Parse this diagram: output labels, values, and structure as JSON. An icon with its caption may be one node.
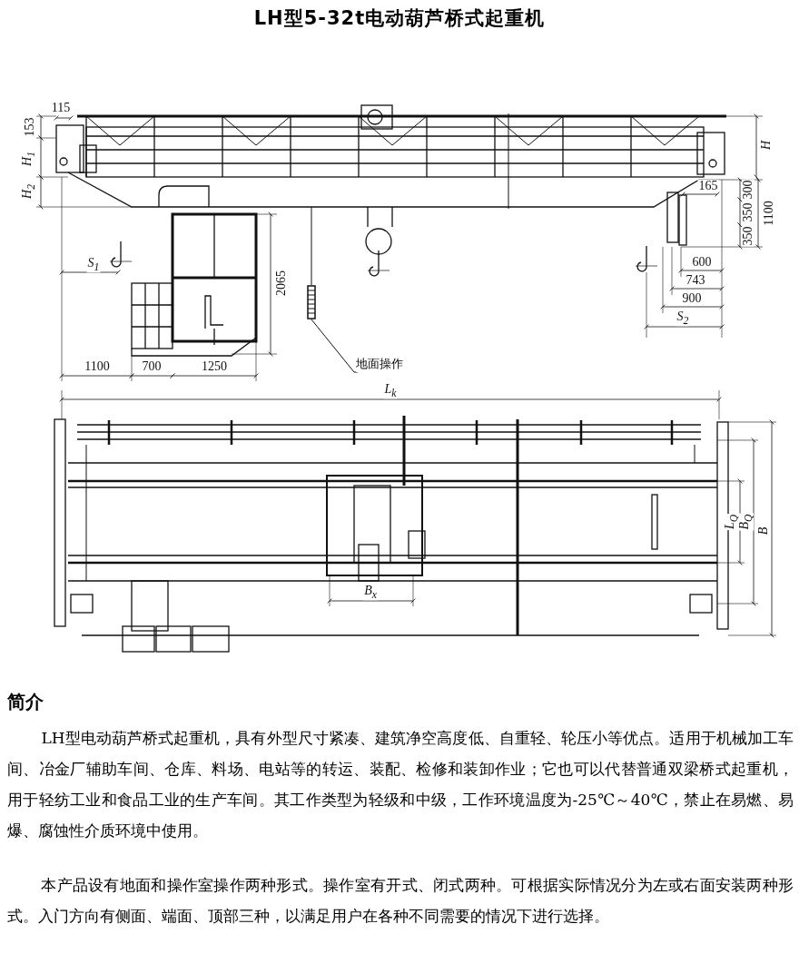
{
  "diagram": {
    "title": "LH型5-32t电动葫芦桥式起重机",
    "nodes": [
      {
        "text": [
          "地面操作"
        ]
      },
      {
        "text": [],
        "shape": "picture"
      }
    ],
    "edges": [
      {
        "from": 0,
        "to": 1,
        "arrow": "none"
      }
    ],
    "labels": [
      "115",
      "153",
      "H$_{1}$",
      "H$_{2}$",
      "S$_{1}$",
      "2065",
      "1100",
      "700",
      "1250",
      "H",
      "165",
      "300",
      "350",
      "350",
      "1100",
      "600",
      "743",
      "900",
      "S$_{2}$",
      "L$_{k}$",
      "L$_{Q}$",
      "B$_{Q}$",
      "B",
      "B$_{x}$",
      "简介",
      "LH型电动葫芦桥式起重机，具有外型尺寸紧凑、建筑净空高度低、自重轻、轮压小等优点。适用于机械加工车间、冶金厂辅助车间、仓库、料场、电站等的转运、装配、检修和装卸作业；它也可以代替普通双梁桥式起重机，用于轻纺工业和食品工业的生产车间。其工作类型为轻级和中级，工作环境温度为-25℃～40℃，禁止在易燃、易爆、腐蚀性介质环境中使用。",
      "本产品设有地面和操作室操作两种形式。操作室有开式、闭式两种。可根据实际情况分为左或右面安装两种形式。入门方向有侧面、端面、顶部三种，以满足用户在各种不同需要的情况下进行选择。"
    ]
  }
}
